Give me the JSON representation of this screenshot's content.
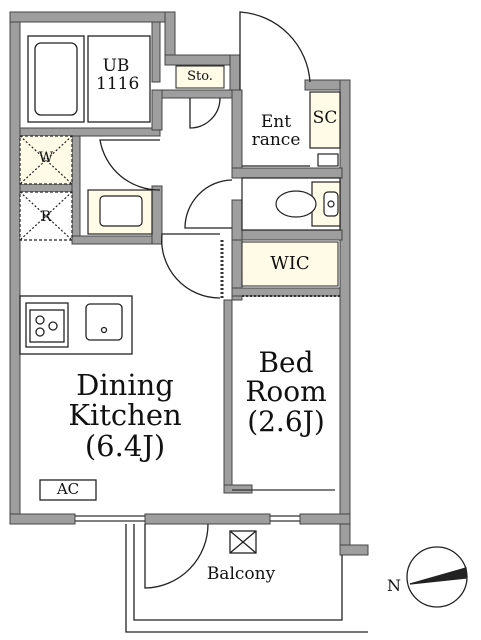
{
  "rooms": {
    "unit_bath": {
      "name": "UB",
      "size": "1116"
    },
    "storage": "Sto.",
    "entrance": {
      "line1": "Ent",
      "line2": "rance"
    },
    "shoe_closet": "SC",
    "washer": "W",
    "refrigerator": "R",
    "wic": "WIC",
    "bedroom": {
      "line1": "Bed",
      "line2": "Room",
      "line3": "(2.6J)"
    },
    "dining_kitchen": {
      "line1": "Dining",
      "line2": "Kitchen",
      "line3": "(6.4J)"
    },
    "ac": "AC",
    "balcony": "Balcony"
  },
  "compass": {
    "letter": "N"
  },
  "colors": {
    "wall": "#9e9e9e",
    "wall_outline": "#444444",
    "fixture_fill": "#fffbe6"
  }
}
